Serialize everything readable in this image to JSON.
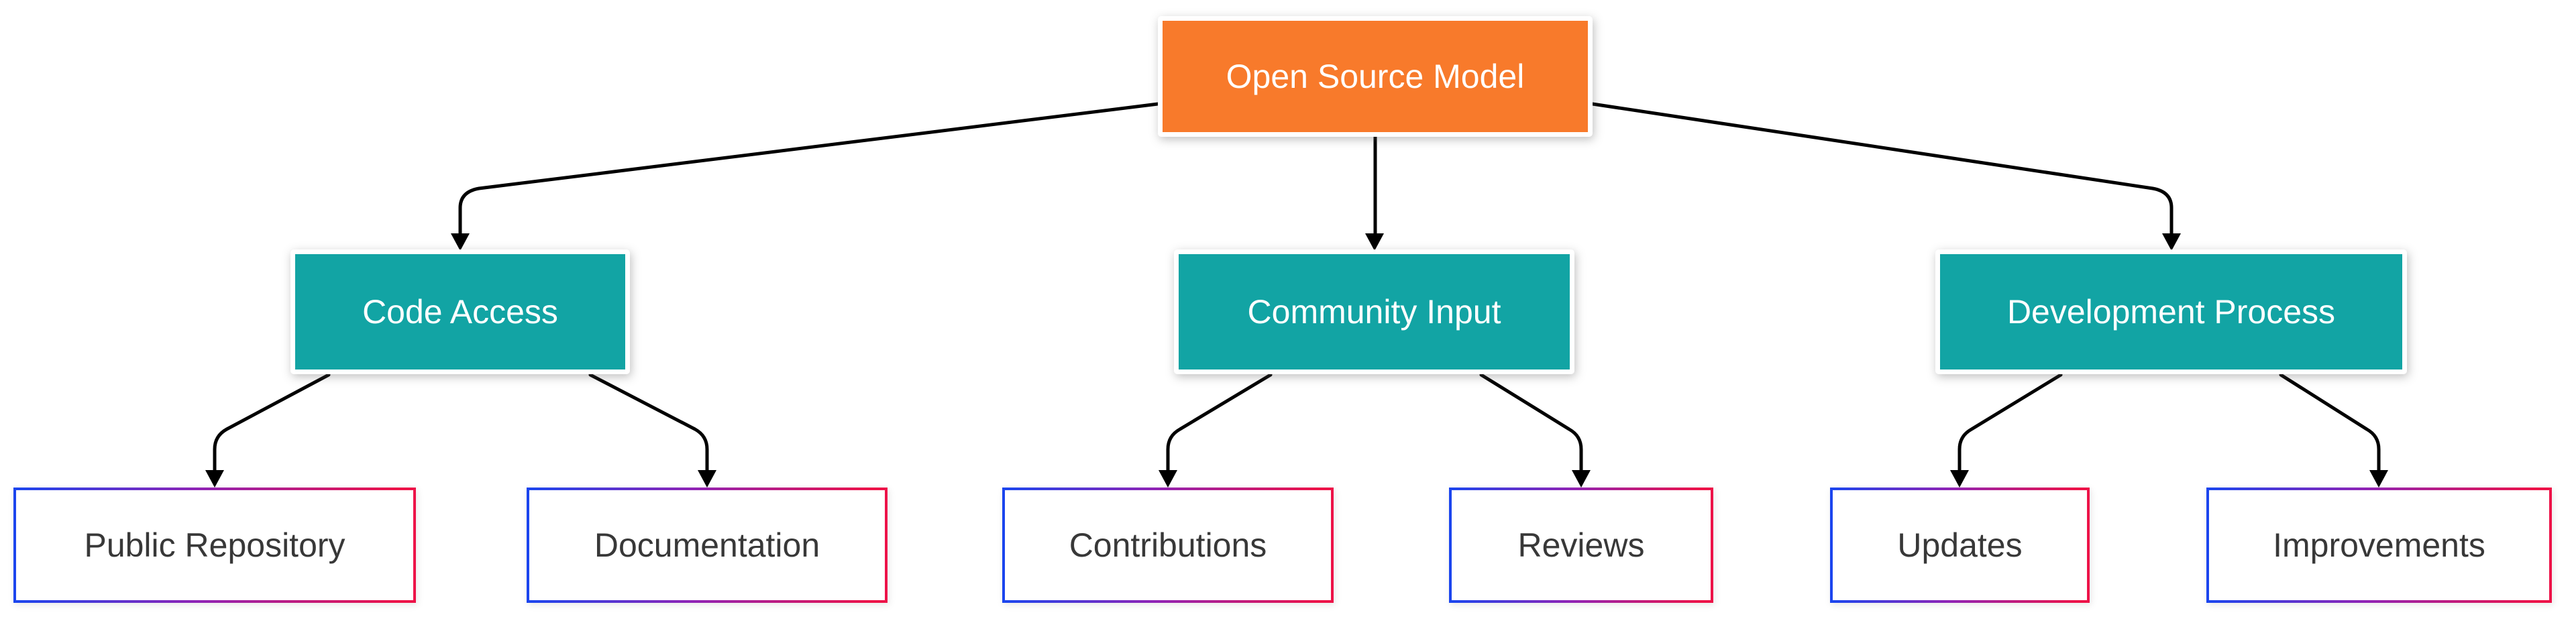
{
  "diagram": {
    "type": "flowchart",
    "direction": "top-down",
    "nodes": {
      "root": {
        "label": "Open Source Model",
        "role": "root"
      },
      "code_access": {
        "label": "Code Access",
        "role": "branch"
      },
      "community_input": {
        "label": "Community Input",
        "role": "branch"
      },
      "development_process": {
        "label": "Development Process",
        "role": "branch"
      },
      "public_repository": {
        "label": "Public Repository",
        "role": "leaf"
      },
      "documentation": {
        "label": "Documentation",
        "role": "leaf"
      },
      "contributions": {
        "label": "Contributions",
        "role": "leaf"
      },
      "reviews": {
        "label": "Reviews",
        "role": "leaf"
      },
      "updates": {
        "label": "Updates",
        "role": "leaf"
      },
      "improvements": {
        "label": "Improvements",
        "role": "leaf"
      }
    },
    "edges": [
      {
        "from": "Open Source Model",
        "to": "Code Access"
      },
      {
        "from": "Open Source Model",
        "to": "Community Input"
      },
      {
        "from": "Open Source Model",
        "to": "Development Process"
      },
      {
        "from": "Code Access",
        "to": "Public Repository"
      },
      {
        "from": "Code Access",
        "to": "Documentation"
      },
      {
        "from": "Community Input",
        "to": "Contributions"
      },
      {
        "from": "Community Input",
        "to": "Reviews"
      },
      {
        "from": "Development Process",
        "to": "Updates"
      },
      {
        "from": "Development Process",
        "to": "Improvements"
      }
    ]
  },
  "colors": {
    "canvas-bg": "#ffffff",
    "root-fill": "#f87a2b",
    "branch-fill": "#12a4a4",
    "node-text-light": "#ffffff",
    "leaf-text": "#383838",
    "leaf-fill": "#ffffff",
    "leaf-border-blue": "#1b45ee",
    "leaf-border-purple": "#8f23b5",
    "leaf-border-red": "#ed1248",
    "edge-stroke": "#000000"
  }
}
